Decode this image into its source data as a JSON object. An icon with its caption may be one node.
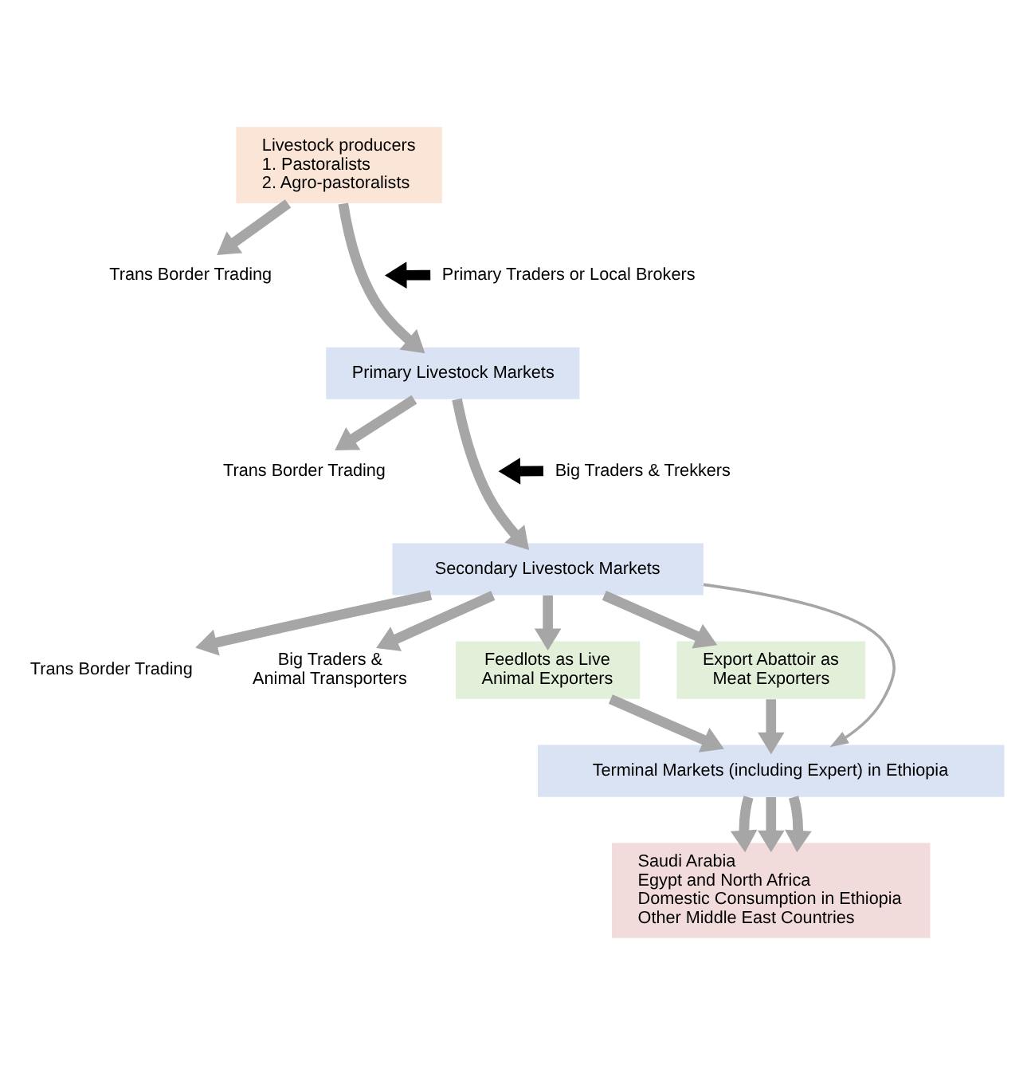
{
  "diagram": {
    "nodes": [
      {
        "text": [
          "Livestock producers",
          "1. Pastoralists",
          "2. Agro-pastoralists"
        ]
      },
      {
        "text": [
          "Trans Border Trading"
        ]
      },
      {
        "text": [
          "Primary Traders or Local Brokers"
        ]
      },
      {
        "text": [
          "Primary Livestock Markets"
        ]
      },
      {
        "text": [
          "Trans Border Trading"
        ]
      },
      {
        "text": [
          "Big Traders & Trekkers"
        ]
      },
      {
        "text": [
          "Secondary Livestock Markets"
        ]
      },
      {
        "text": [
          "Trans Border Trading"
        ]
      },
      {
        "text": [
          "Big Traders & Animal Transporters"
        ]
      },
      {
        "text": [
          "Feedlots as Live Animal Exporters"
        ]
      },
      {
        "text": [
          "Export Abattoir as Meat Exporters"
        ]
      },
      {
        "text": [
          "Terminal Markets (including Expert) in Ethiopia"
        ]
      },
      {
        "text": [
          "Saudi Arabia",
          "Egypt and North Africa",
          "Domestic Consumption in Ethiopia",
          "Other Middle East Countries"
        ]
      }
    ],
    "edges": [
      {
        "from": 0,
        "to": 1,
        "arrow": "to"
      },
      {
        "from": 2,
        "to": null,
        "arrow": "to",
        "color": "#000000"
      },
      {
        "from": 0,
        "to": 3,
        "arrow": "to"
      },
      {
        "from": 3,
        "to": 4,
        "arrow": "to"
      },
      {
        "from": 5,
        "to": null,
        "arrow": "to",
        "color": "#000000"
      },
      {
        "from": 3,
        "to": 6,
        "arrow": "to"
      },
      {
        "from": 6,
        "to": 7,
        "arrow": "to"
      },
      {
        "from": 6,
        "to": 8,
        "arrow": "to"
      },
      {
        "from": 6,
        "to": 9,
        "arrow": "to"
      },
      {
        "from": 6,
        "to": 10,
        "arrow": "to"
      },
      {
        "from": 6,
        "to": 11,
        "arrow": "to"
      },
      {
        "from": 9,
        "to": 11,
        "arrow": "to"
      },
      {
        "from": 10,
        "to": 11,
        "arrow": "to"
      },
      {
        "from": 11,
        "to": 12,
        "arrow": "to"
      },
      {
        "from": 11,
        "to": 12,
        "arrow": "to"
      },
      {
        "from": 11,
        "to": 12,
        "arrow": "to"
      }
    ]
  }
}
